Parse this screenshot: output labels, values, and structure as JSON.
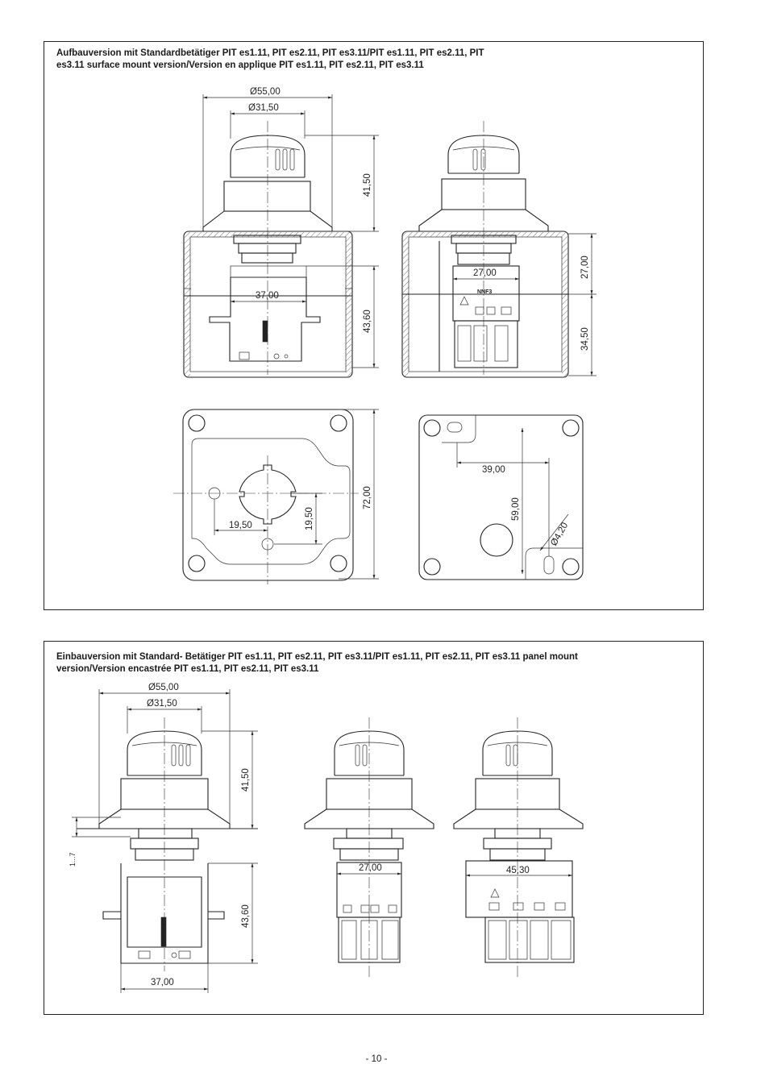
{
  "panel_top": {
    "title": "Aufbauversion mit Standardbetätiger PIT es1.11, PIT es2.11, PIT es3.11/PIT es1.11, PIT es2.11, PIT es3.11 surface mount version/Version en applique PIT es1.11, PIT es2.11, PIT es3.11",
    "title_line1": "Aufbauversion mit Standardbetätiger PIT es1.11, PIT es2.11, PIT es3.11/PIT es1.11, PIT es2.11, PIT",
    "title_line2": "es3.11 surface mount version/Version en applique PIT es1.11, PIT es2.11, PIT es3.11",
    "dims": {
      "d55": "Ø55,00",
      "d31": "Ø31,50",
      "h41": "41,50",
      "w37": "37,00",
      "h43": "43,60",
      "w27": "27,00",
      "h27": "27,00",
      "h34": "34,50",
      "w19": "19,50",
      "h19": "19,50",
      "h72": "72,00",
      "w39": "39,00",
      "h59": "59,00",
      "d42": "Ø4,20"
    }
  },
  "panel_bottom": {
    "title": "Einbauversion mit Standard- Betätiger PIT es1.11, PIT es2.11, PIT es3.11/PIT es1.11, PIT es2.11, PIT es3.11 panel mount version/Version encastrée PIT es1.11, PIT es2.11, PIT es3.11",
    "title_line1": "Einbauversion mit Standard- Betätiger PIT es1.11, PIT es2.11, PIT es3.11/PIT es1.11, PIT es2.11, PIT es3.11 panel mount",
    "title_line2": "version/Version encastrée PIT es1.11, PIT es2.11, PIT es3.11",
    "dims": {
      "d55": "Ø55,00",
      "d31": "Ø31,50",
      "h41": "41,50",
      "h17": "1...7",
      "h43": "43,60",
      "w37": "37,00",
      "w27": "27,00",
      "w45": "45,30"
    }
  },
  "page_number": "- 10 -"
}
